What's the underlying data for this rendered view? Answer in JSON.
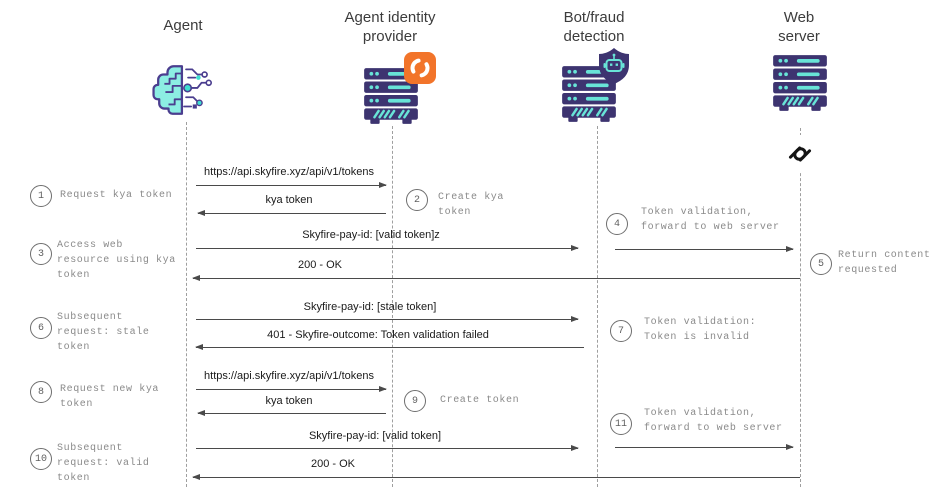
{
  "colors": {
    "line": "#4a4a4a",
    "lifeline": "#9f9f9f",
    "steptext": "#8a8a8a",
    "stepring": "#6e6e6e",
    "header": "#3c3c3c",
    "label": "#1a1a1a",
    "indigo": "#3d3470",
    "teal": "#68e4d7",
    "orange": "#f2742a",
    "logoink": "#141414"
  },
  "participants": [
    {
      "label": "Agent",
      "icon": "agent-brain-circuit-icon"
    },
    {
      "label": "Agent identity\nprovider",
      "icon": "server-icon with sync-badge-icon"
    },
    {
      "label": "Bot/fraud\ndetection",
      "icon": "server-icon with bot-shield-icon"
    },
    {
      "label": "Web\nserver",
      "icon": "server-icon"
    }
  ],
  "logo": {
    "name": "interlocked-squiggle-logo"
  },
  "messages": [
    {
      "label": "https://api.skyfire.xyz/api/v1/tokens",
      "from": "agent",
      "to": "identity-provider"
    },
    {
      "label": "kya token",
      "from": "identity-provider",
      "to": "agent"
    },
    {
      "label": "Skyfire-pay-id: [valid token]z",
      "from": "agent",
      "to": "bot-fraud-detection"
    },
    {
      "label": "",
      "from": "bot-fraud-detection",
      "to": "web-server"
    },
    {
      "label": "200 - OK",
      "from": "web-server",
      "to": "agent"
    },
    {
      "label": "Skyfire-pay-id: [stale token]",
      "from": "agent",
      "to": "bot-fraud-detection"
    },
    {
      "label": "401 - Skyfire-outcome: Token validation failed",
      "from": "bot-fraud-detection",
      "to": "agent"
    },
    {
      "label": "https://api.skyfire.xyz/api/v1/tokens",
      "from": "agent",
      "to": "identity-provider"
    },
    {
      "label": "kya token",
      "from": "identity-provider",
      "to": "agent"
    },
    {
      "label": "Skyfire-pay-id: [valid token]",
      "from": "agent",
      "to": "bot-fraud-detection"
    },
    {
      "label": "",
      "from": "bot-fraud-detection",
      "to": "web-server"
    },
    {
      "label": "200 - OK",
      "from": "web-server",
      "to": "agent"
    }
  ],
  "steps": [
    {
      "num": "1",
      "text": "Request kya token"
    },
    {
      "num": "2",
      "text": "Create kya\ntoken"
    },
    {
      "num": "3",
      "text": "Access web\nresource using kya\ntoken"
    },
    {
      "num": "4",
      "text": "Token validation,\nforward to web server"
    },
    {
      "num": "5",
      "text": "Return content\nrequested"
    },
    {
      "num": "6",
      "text": "Subsequent\nrequest: stale\ntoken"
    },
    {
      "num": "7",
      "text": "Token validation:\nToken is invalid"
    },
    {
      "num": "8",
      "text": "Request new kya\ntoken"
    },
    {
      "num": "9",
      "text": "Create token"
    },
    {
      "num": "10",
      "text": "Subsequent\nrequest: valid\ntoken"
    },
    {
      "num": "11",
      "text": "Token validation,\nforward to web server"
    }
  ]
}
